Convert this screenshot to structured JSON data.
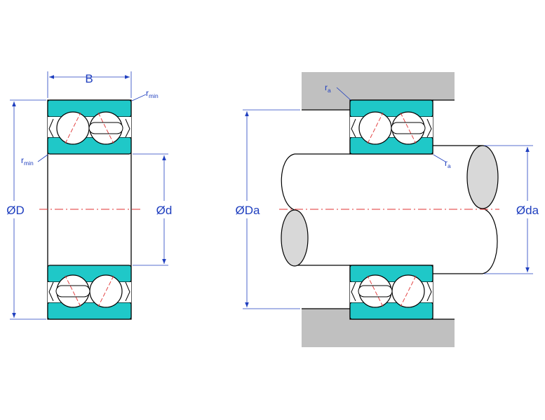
{
  "labels": {
    "width": "B",
    "outer_diameter": "ØD",
    "bore_diameter": "Ød",
    "housing_diameter": "ØDa",
    "shaft_diameter": "Øda",
    "r_base": "r",
    "r_min_sub": "min",
    "r_a_sub": "a"
  },
  "colors": {
    "ring": "#1fc8c8",
    "outline": "#000000",
    "dimension": "#1f3fbf",
    "centerline": "#e03030",
    "housing": "#c0c0c0",
    "shaft_end": "#d8d8d8"
  }
}
